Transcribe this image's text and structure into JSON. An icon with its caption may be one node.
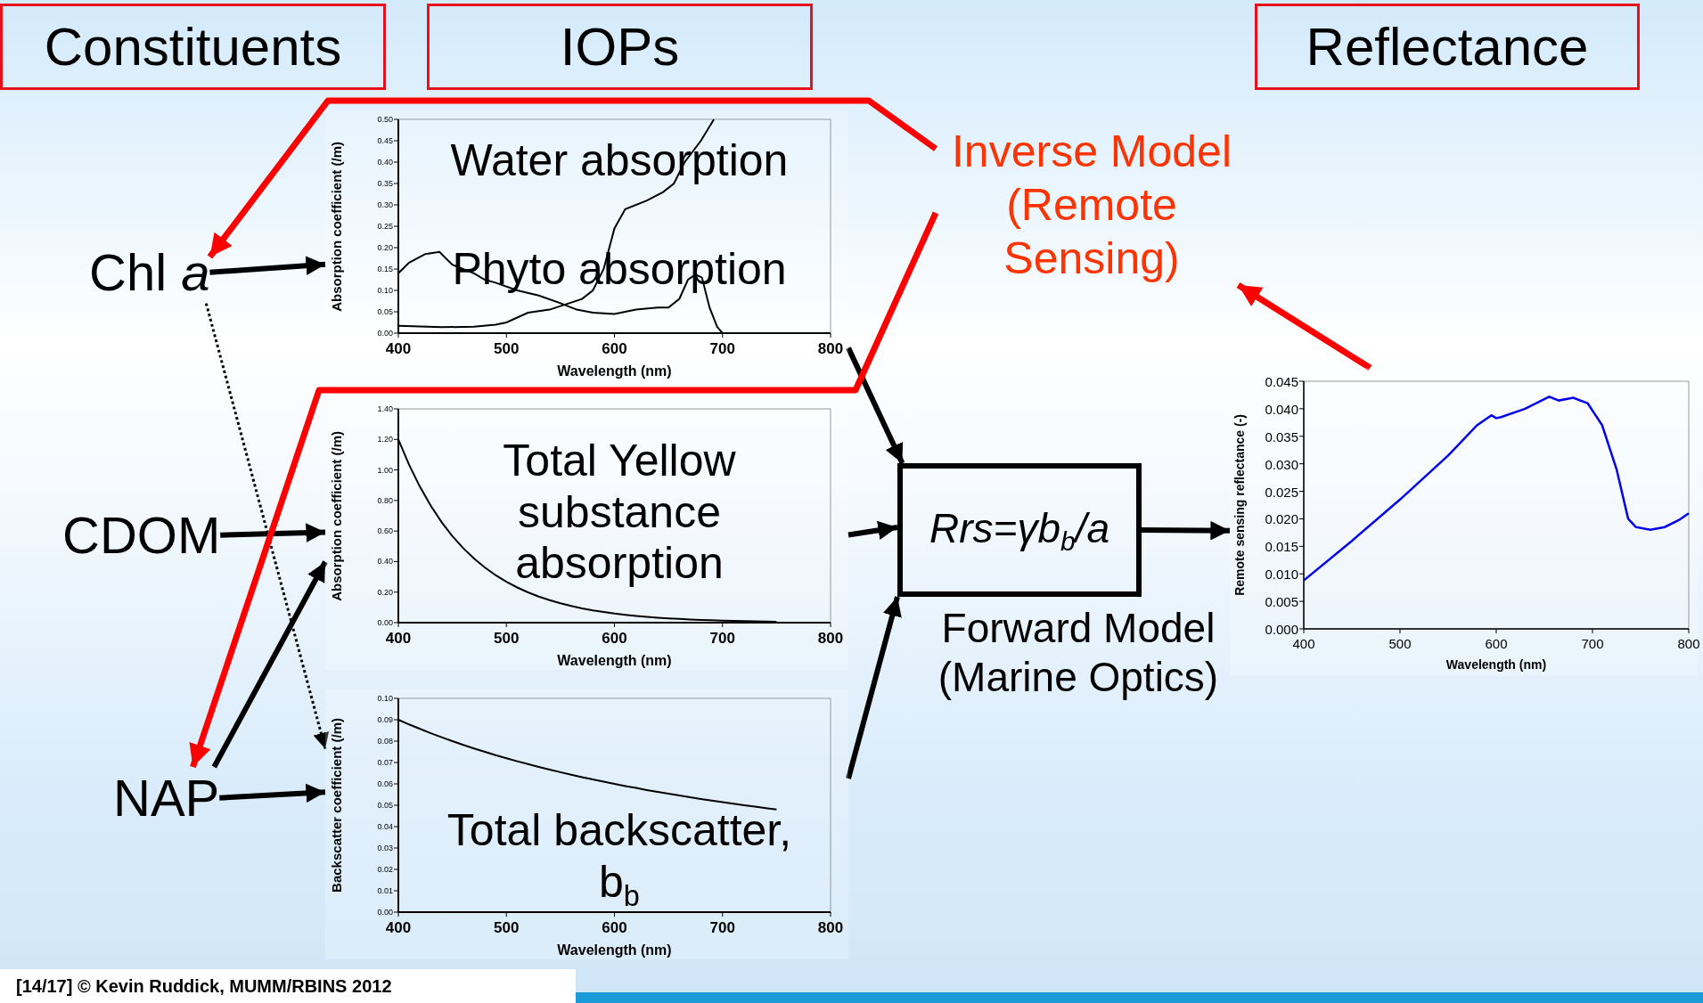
{
  "diagram": {
    "nodes": [
      {
        "text": [
          "Constituents"
        ]
      },
      {
        "text": [
          "IOPs"
        ]
      },
      {
        "text": [
          "Reflectance"
        ]
      },
      {
        "text": [
          "Chl *a*"
        ]
      },
      {
        "text": [
          "CDOM"
        ]
      },
      {
        "text": [
          "NAP"
        ]
      },
      {
        "text": [
          "Water absorption",
          "Phyto absorption",
          "Absorption coefficient (/m)",
          "Wavelength (nm)"
        ]
      },
      {
        "text": [
          "Total Yellow substance absorption",
          "Absorption coefficient (/m)",
          "Wavelength (nm)"
        ]
      },
      {
        "text": [
          "Total backscatter, b$_{b}$",
          "Backscatter coefficient (/m)",
          "Wavelength (nm)"
        ]
      },
      {
        "text": [
          "Rrs=γb$_{b}$/a"
        ],
        "beside": [
          "Forward Model (Marine Optics)"
        ]
      },
      {
        "text": [
          "Remote sensing reflectance (-)",
          "Wavelength (nm)"
        ]
      },
      {
        "text": [
          "Inverse Model (Remote Sensing)"
        ]
      }
    ],
    "edges": [
      {
        "from": 3,
        "to": 6,
        "arrow": "to"
      },
      {
        "from": 4,
        "to": 7,
        "arrow": "to"
      },
      {
        "from": 5,
        "to": 8,
        "arrow": "to"
      },
      {
        "from": 5,
        "to": 7,
        "arrow": "to"
      },
      {
        "from": 3,
        "to": 8,
        "arrow": "to",
        "style": "dashed"
      },
      {
        "from": 6,
        "to": 9,
        "arrow": "to"
      },
      {
        "from": 7,
        "to": 9,
        "arrow": "to"
      },
      {
        "from": 8,
        "to": 9,
        "arrow": "to"
      },
      {
        "from": 9,
        "to": 10,
        "arrow": "to"
      },
      {
        "from": 11,
        "to": 3,
        "arrow": "to",
        "color": "#ff0000"
      },
      {
        "from": 11,
        "to": 5,
        "arrow": "to",
        "color": "#ff0000"
      },
      {
        "from": 10,
        "to": 11,
        "arrow": "to",
        "color": "#ff0000"
      }
    ],
    "labels": [
      "0.50",
      "0.45",
      "0.40",
      "0.35",
      "0.30",
      "0.25",
      "0.20",
      "0.15",
      "0.10",
      "0.05",
      "0.00",
      "400",
      "500",
      "600",
      "700",
      "800",
      "1.40",
      "1.20",
      "1.00",
      "0.80",
      "0.60",
      "0.40",
      "0.20",
      "0.00",
      "400",
      "500",
      "600",
      "700",
      "800",
      "0.045",
      "0.040",
      "0.035",
      "0.030",
      "0.025",
      "0.020",
      "0.015",
      "0.010",
      "0.005",
      "0.000",
      "400",
      "500",
      "600",
      "700",
      "800",
      "0.10",
      "0.09",
      "0.08",
      "0.07",
      "0.06",
      "0.05",
      "0.04",
      "0.03",
      "0.02",
      "0.01",
      "0.00",
      "400",
      "500",
      "600",
      "700",
      "800",
      "[14/17] © Kevin Ruddick, MUMM/RBINS 2012"
    ]
  }
}
